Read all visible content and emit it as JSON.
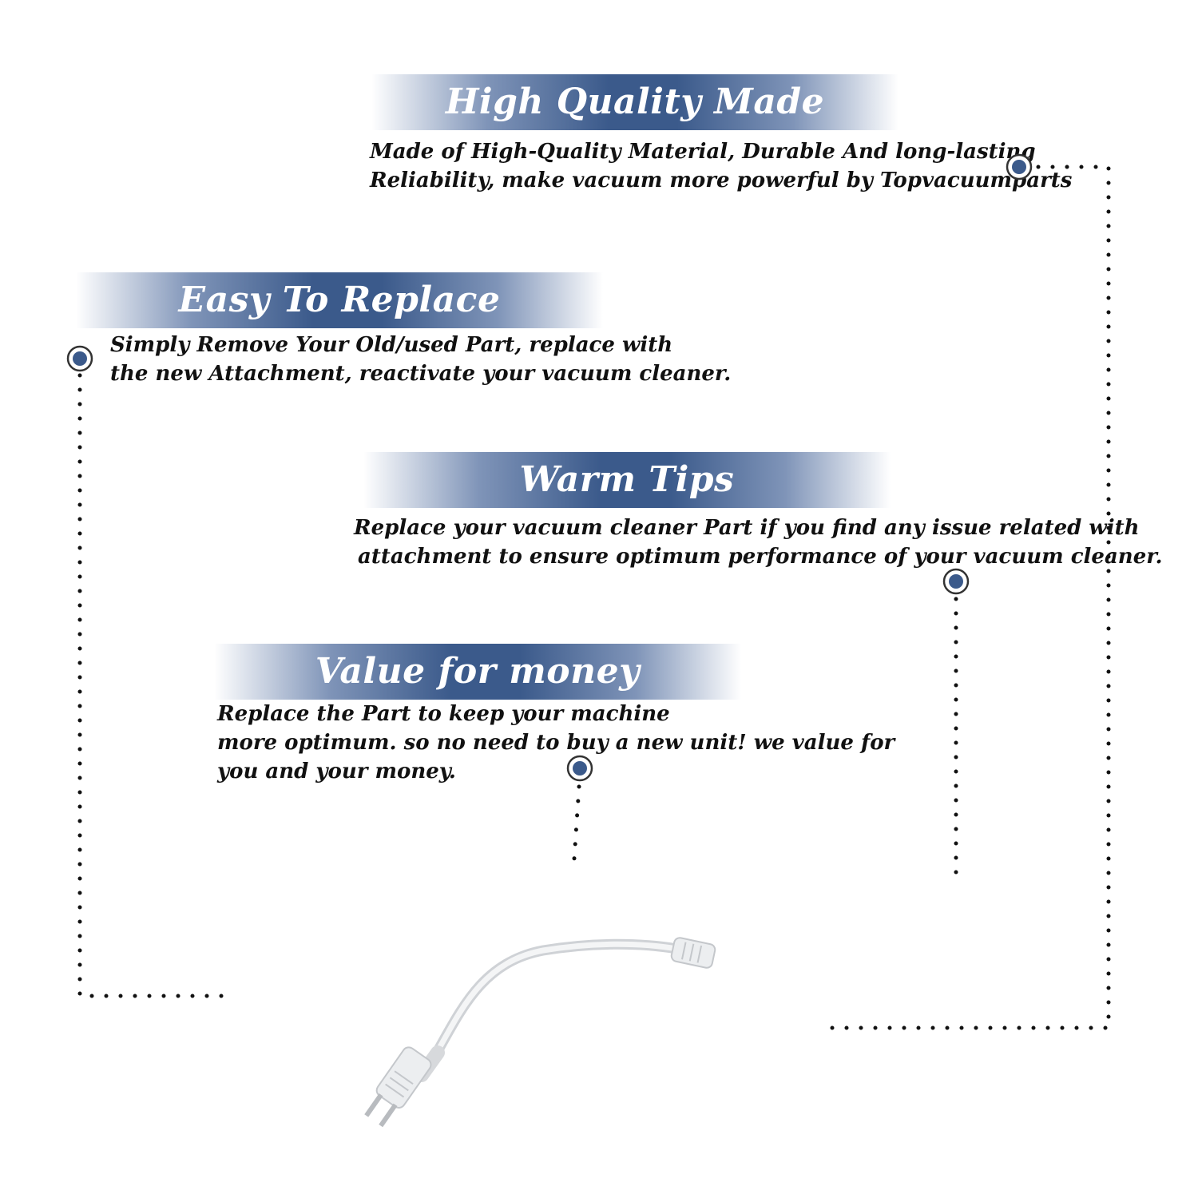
{
  "colors": {
    "banner": "#3b5a8b",
    "marker": "#3b5a8b",
    "text": "#111111",
    "dots": "#111111"
  },
  "sections": [
    {
      "title": "High Quality Made",
      "lines": [
        "Made of  High-Quality Material, Durable And long-lasting",
        "Reliability, make vacuum more powerful by Topvacuumparts"
      ]
    },
    {
      "title": "Easy To Replace",
      "lines": [
        "Simply Remove Your Old/used Part, replace with",
        "the new Attachment, reactivate your vacuum cleaner."
      ]
    },
    {
      "title": "Warm Tips",
      "lines": [
        "Replace your vacuum cleaner Part if you find any issue related with",
        "attachment to ensure optimum performance of your vacuum cleaner."
      ]
    },
    {
      "title": "Value for money",
      "lines": [
        "Replace the Part to keep your machine",
        "more optimum. so no need to buy a new unit! we value for",
        "you and your money."
      ]
    }
  ],
  "product": {
    "icon": "power-cord-icon"
  }
}
